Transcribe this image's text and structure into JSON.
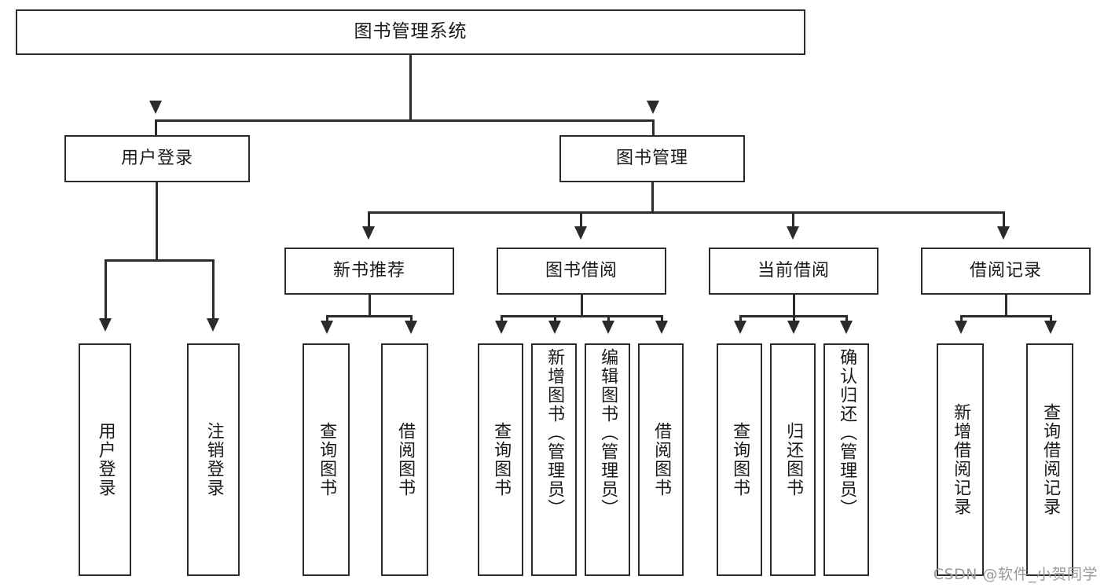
{
  "diagram": {
    "title": "图书管理系统",
    "watermark": "CSDN @软件_小贺同学",
    "line_color": "#2b2b2b",
    "box_fill": "#ffffff",
    "text_color": "#1a1a1a",
    "watermark_color": "#9a9a9a"
  },
  "nodes": {
    "root": {
      "label": "图书管理系统"
    },
    "level2": [
      {
        "label": "用户登录"
      },
      {
        "label": "图书管理"
      }
    ],
    "level3": [
      {
        "label": "新书推荐"
      },
      {
        "label": "图书借阅"
      },
      {
        "label": "当前借阅"
      },
      {
        "label": "借阅记录"
      }
    ],
    "leaves_login": [
      {
        "label": "用户登录"
      },
      {
        "label": "注销登录"
      }
    ],
    "leaves_newbook": [
      {
        "label": "查询图书"
      },
      {
        "label": "借阅图书"
      }
    ],
    "leaves_borrow": [
      {
        "label": "查询图书"
      },
      {
        "label": "新增图书（管理员）"
      },
      {
        "label": "编辑图书（管理员）"
      },
      {
        "label": "借阅图书"
      }
    ],
    "leaves_current": [
      {
        "label": "查询图书"
      },
      {
        "label": "归还图书"
      },
      {
        "label": "确认归还（管理员）"
      }
    ],
    "leaves_records": [
      {
        "label": "新增借阅记录"
      },
      {
        "label": "查询借阅记录"
      }
    ]
  },
  "chart_data": {
    "type": "tree-diagram",
    "title": "图书管理系统",
    "orientation": "top-down",
    "levels": 4,
    "tree": {
      "name": "图书管理系统",
      "children": [
        {
          "name": "用户登录",
          "children": [
            {
              "name": "用户登录"
            },
            {
              "name": "注销登录"
            }
          ]
        },
        {
          "name": "图书管理",
          "children": [
            {
              "name": "新书推荐",
              "children": [
                {
                  "name": "查询图书"
                },
                {
                  "name": "借阅图书"
                }
              ]
            },
            {
              "name": "图书借阅",
              "children": [
                {
                  "name": "查询图书"
                },
                {
                  "name": "新增图书（管理员）"
                },
                {
                  "name": "编辑图书（管理员）"
                },
                {
                  "name": "借阅图书"
                }
              ]
            },
            {
              "name": "当前借阅",
              "children": [
                {
                  "name": "查询图书"
                },
                {
                  "name": "归还图书"
                },
                {
                  "name": "确认归还（管理员）"
                }
              ]
            },
            {
              "name": "借阅记录",
              "children": [
                {
                  "name": "新增借阅记录"
                },
                {
                  "name": "查询借阅记录"
                }
              ]
            }
          ]
        }
      ]
    }
  }
}
